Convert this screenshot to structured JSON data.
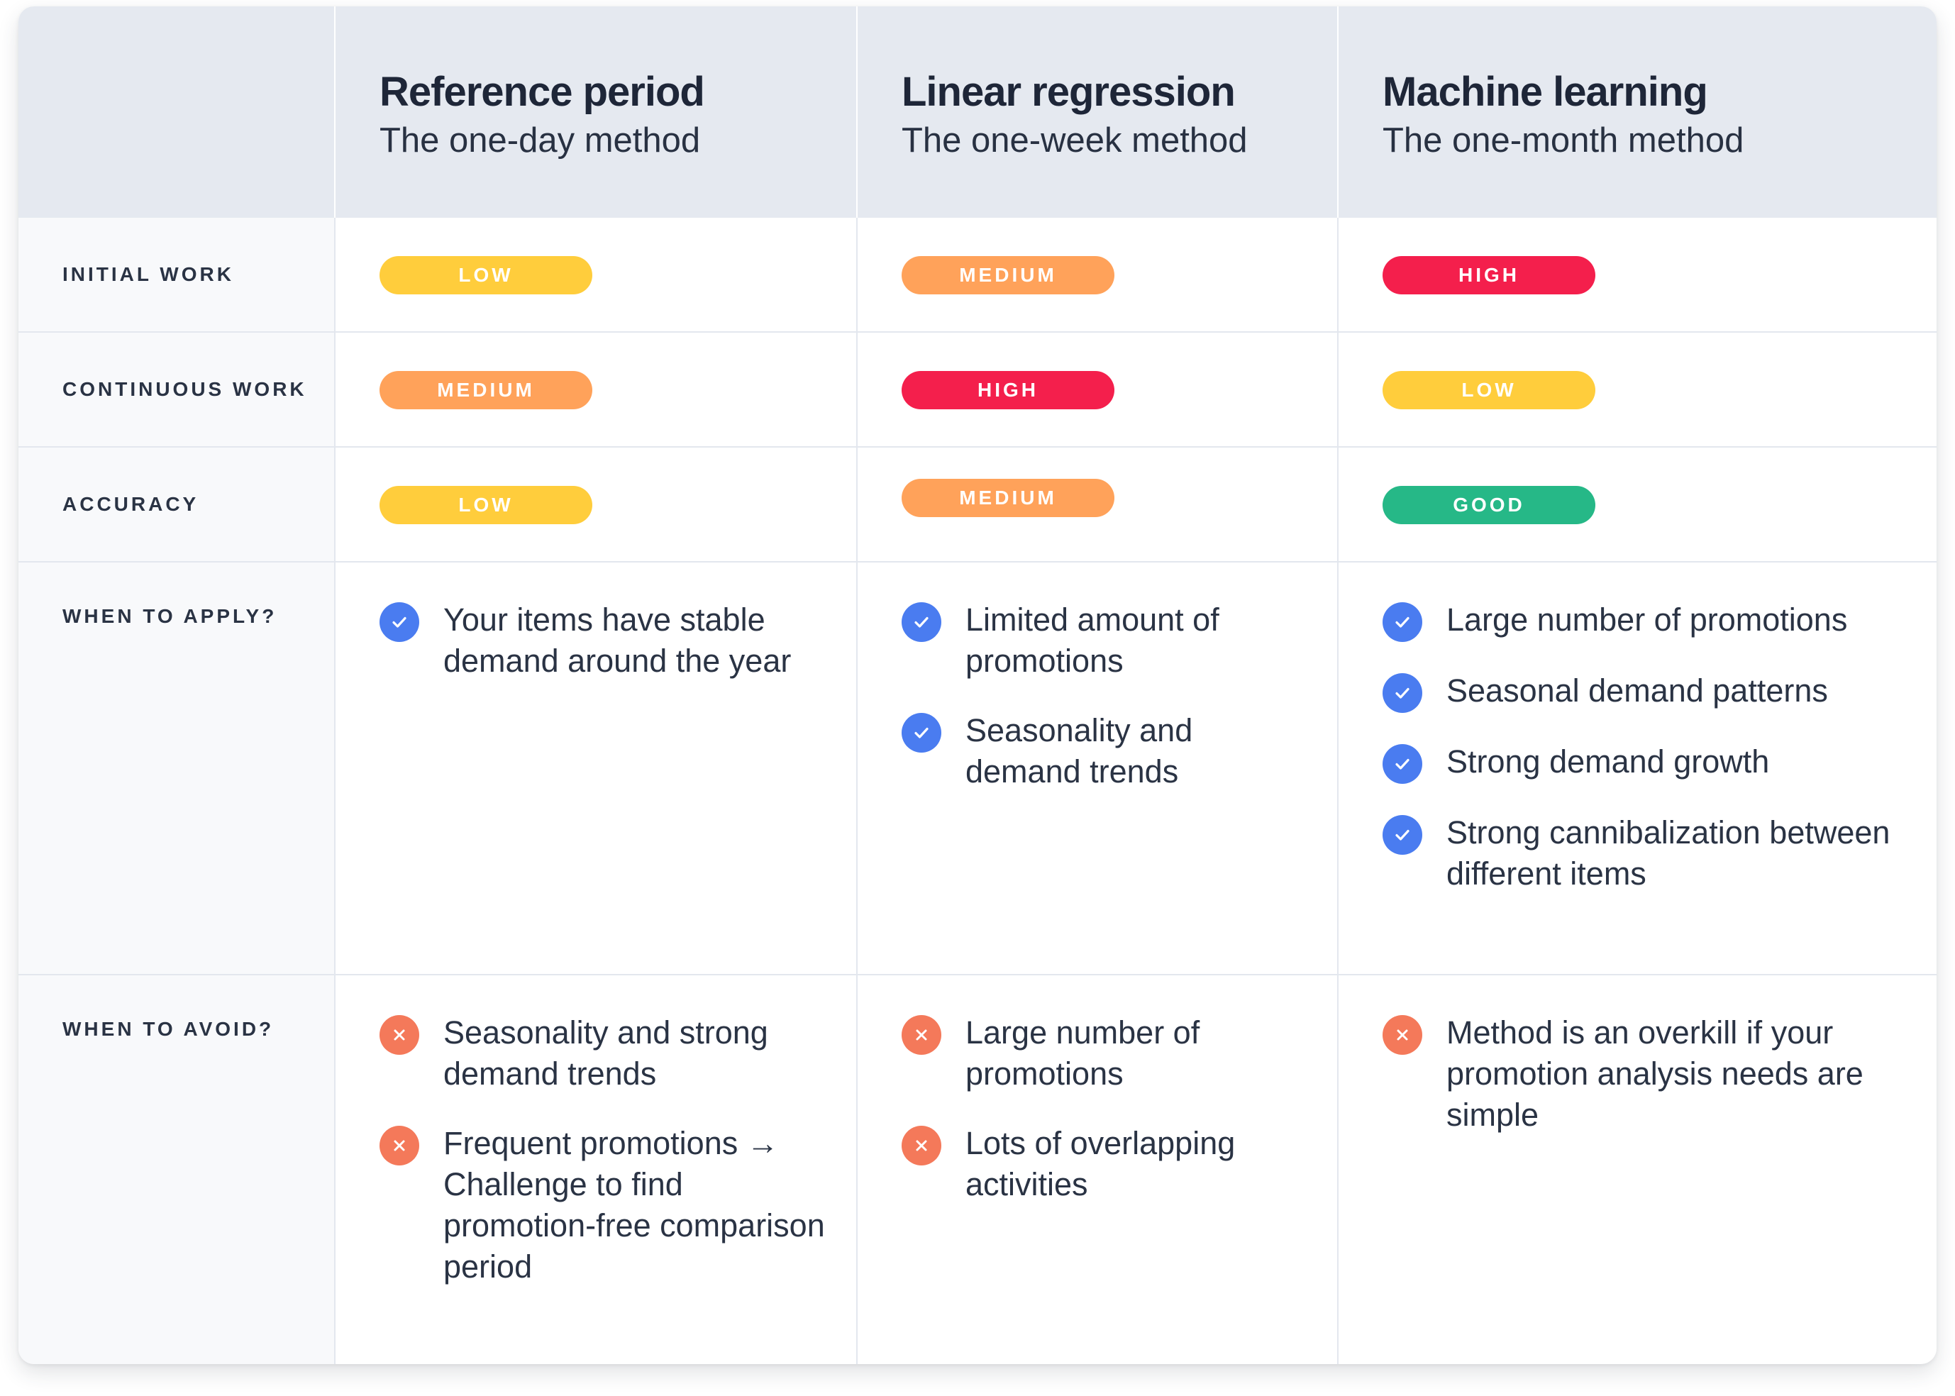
{
  "columns": [
    {
      "title": "Reference period",
      "subtitle": "The one-day method"
    },
    {
      "title": "Linear regression",
      "subtitle": "The one-week method"
    },
    {
      "title": "Machine learning",
      "subtitle": "The one-month method"
    }
  ],
  "rows": {
    "initial_work": {
      "label": "INITIAL WORK",
      "values": [
        {
          "text": "LOW",
          "color": "#ffcd3c"
        },
        {
          "text": "MEDIUM",
          "color": "#ffa25a"
        },
        {
          "text": "HIGH",
          "color": "#f41f4c"
        }
      ]
    },
    "continuous_work": {
      "label": "CONTINUOUS WORK",
      "values": [
        {
          "text": "MEDIUM",
          "color": "#ffa25a"
        },
        {
          "text": "HIGH",
          "color": "#f41f4c"
        },
        {
          "text": "LOW",
          "color": "#ffcd3c"
        }
      ]
    },
    "accuracy": {
      "label": "ACCURACY",
      "values": [
        {
          "text": "LOW",
          "color": "#ffcd3c"
        },
        {
          "text": "MEDIUM",
          "color": "#ffa25a"
        },
        {
          "text": "GOOD",
          "color": "#26b887"
        }
      ]
    },
    "when_to_apply": {
      "label": "WHEN TO APPLY?",
      "icon": "check-icon",
      "values": [
        [
          "Your items have stable demand around the year"
        ],
        [
          "Limited amount of promotions",
          "Seasonality and demand trends"
        ],
        [
          "Large number of promotions",
          "Seasonal demand patterns",
          "Strong demand growth",
          "Strong cannibalization between different items"
        ]
      ]
    },
    "when_to_avoid": {
      "label": "WHEN TO AVOID?",
      "icon": "cross-icon",
      "values": [
        [
          "Seasonality and strong demand trends",
          "Frequent promotions → Challenge to find promotion-free comparison period"
        ],
        [
          "Large number of promotions",
          "Lots of overlapping activities"
        ],
        [
          "Method is an overkill if your promotion analysis needs are simple"
        ]
      ]
    }
  },
  "colors": {
    "header_bg": "#e5e9f0",
    "label_bg": "#f8f9fb",
    "check_icon": "#4a7cf0",
    "cross_icon": "#f4795a"
  }
}
